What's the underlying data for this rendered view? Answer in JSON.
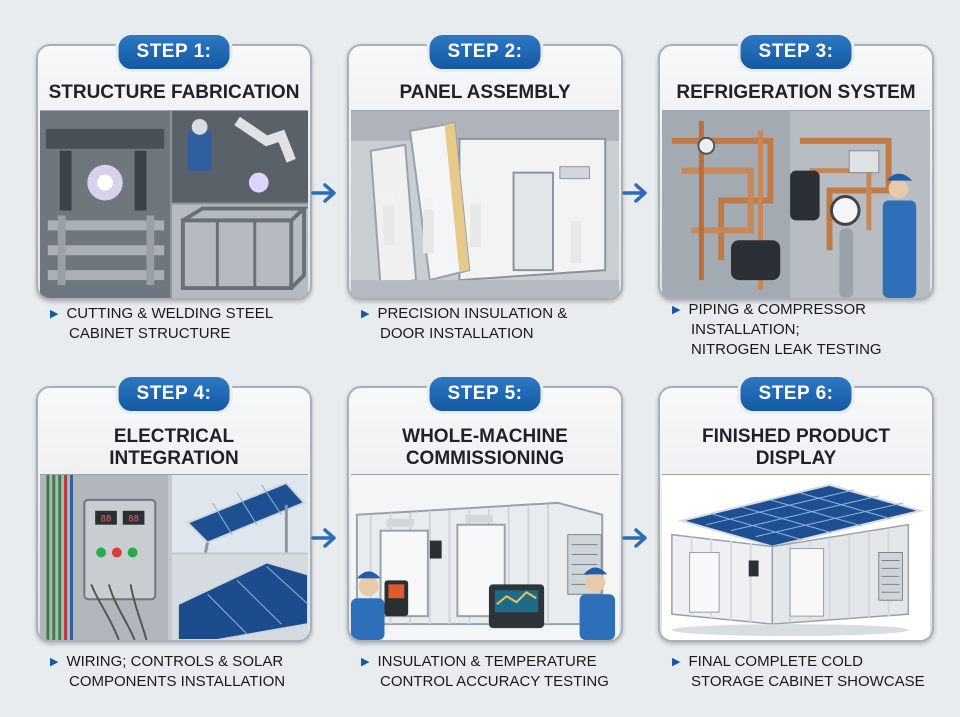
{
  "steps": [
    {
      "badge": "STEP 1:",
      "title": [
        "STRUCTURE FABRICATION"
      ],
      "caption": [
        "CUTTING & WELDING STEEL",
        "CABINET STRUCTURE"
      ]
    },
    {
      "badge": "STEP 2:",
      "title": [
        "PANEL ASSEMBLY"
      ],
      "caption": [
        "PRECISION INSULATION &",
        "DOOR INSTALLATION"
      ]
    },
    {
      "badge": "STEP 3:",
      "title": [
        "REFRIGERATION SYSTEM"
      ],
      "caption": [
        "PIPING & COMPRESSOR",
        "INSTALLATION;",
        "NITROGEN LEAK TESTING"
      ]
    },
    {
      "badge": "STEP 4:",
      "title": [
        "ELECTRICAL",
        "INTEGRATION"
      ],
      "caption": [
        "WIRING; CONTROLS & SOLAR",
        "COMPONENTS INSTALLATION"
      ]
    },
    {
      "badge": "STEP 5:",
      "title": [
        "WHOLE-MACHINE",
        "COMMISSIONING"
      ],
      "caption": [
        "INSULATION & TEMPERATURE",
        "CONTROL ACCURACY TESTING"
      ]
    },
    {
      "badge": "STEP 6:",
      "title": [
        "FINISHED PRODUCT",
        "DISPLAY"
      ],
      "caption": [
        "FINAL COMPLETE COLD",
        "STORAGE CABINET SHOWCASE"
      ]
    }
  ],
  "colors": {
    "accent": "#1459a3",
    "arrow": "#2a6db5"
  },
  "icons": {
    "arrow": "arrow-right-icon",
    "bullet": "triangle-bullet-icon"
  }
}
